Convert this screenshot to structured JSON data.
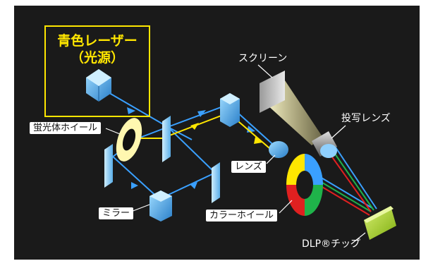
{
  "diagram": {
    "laser_title_line1": "青色レーザー",
    "laser_title_line2": "（光源）",
    "labels": {
      "screen": "スクリーン",
      "projection_lens": "投写レンズ",
      "phosphor_wheel": "蛍光体ホイール",
      "lens": "レンズ",
      "mirror": "ミラー",
      "color_wheel": "カラーホイール",
      "dlp_chip": "DLP®チップ"
    },
    "colors": {
      "background": "#1a1a1a",
      "blue_beam": "#3aa0ff",
      "yellow_beam": "#ffe600",
      "red": "#e02020",
      "green": "#1fb34a",
      "laser_box_border": "#ffe600"
    }
  }
}
